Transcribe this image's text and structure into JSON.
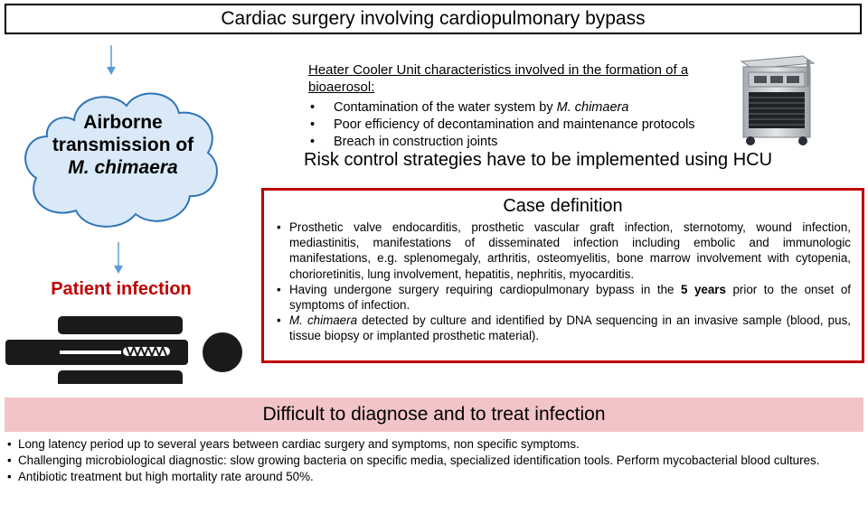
{
  "top_banner": "Cardiac surgery involving cardiopulmonary bypass",
  "cloud": {
    "line1": "Airborne",
    "line2": "transmission of",
    "line3": "M. chimaera"
  },
  "patient_infection": "Patient infection",
  "hcu": {
    "title_line1": "Heater Cooler Unit characteristics involved in the formation of a",
    "title_line2": "bioaerosol:",
    "items": [
      {
        "pre": "Contamination of the water system by ",
        "italic": "M. chimaera",
        "post": ""
      },
      {
        "pre": "Poor efficiency of decontamination and maintenance protocols",
        "italic": "",
        "post": ""
      },
      {
        "pre": "Breach in construction joints",
        "italic": "",
        "post": ""
      }
    ]
  },
  "risk_control": "Risk control strategies have to be implemented using HCU",
  "case_definition": {
    "title": "Case definition",
    "item1": "Prosthetic valve endocarditis, prosthetic vascular graft infection, sternotomy, wound infection, mediastinitis, manifestations of disseminated infection including embolic and immunologic manifestations, e.g. splenomegaly, arthritis, osteomyelitis, bone marrow involvement with cytopenia, chorioretinitis, lung involvement, hepatitis, nephritis, myocarditis.",
    "item2_pre": "Having undergone surgery requiring cardiopulmonary bypass in the ",
    "item2_bold": "5 years",
    "item2_post": " prior to the onset of symptoms of infection.",
    "item3_italic": "M. chimaera",
    "item3_post": " detected by culture and identified by DNA sequencing in an invasive sample (blood, pus, tissue biopsy or implanted prosthetic material)."
  },
  "difficult": {
    "title": "Difficult to diagnose and to treat infection",
    "items": [
      "Long latency period up to several years between cardiac surgery and symptoms, non specific symptoms.",
      "Challenging microbiological diagnostic: slow growing bacteria on specific media, specialized identification tools. Perform mycobacterial blood cultures.",
      "Antibiotic treatment but high mortality rate around 50%."
    ]
  },
  "colors": {
    "accent_red": "#c00000",
    "arrow_blue": "#5b9bd5",
    "banner_pink": "#f2c4c8",
    "cloud_fill": "#dae9f8",
    "cloud_stroke": "#2e75b6"
  }
}
